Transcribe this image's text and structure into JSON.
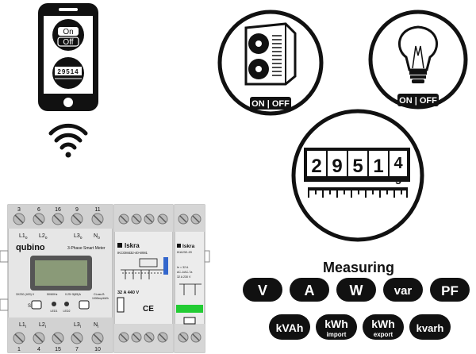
{
  "phone": {
    "toggle_on": "On",
    "toggle_off": "Off",
    "counter_digits": "29514"
  },
  "heatpump_circle": {
    "switch_label": "ON | OFF"
  },
  "bulb_circle": {
    "switch_label": "ON | OFF"
  },
  "meter_circle": {
    "digits": [
      "2",
      "9",
      "5",
      "1"
    ],
    "last_digit": "4",
    "last_digit_next": "5"
  },
  "meter_device": {
    "brand": "qubino",
    "title": "3-Phase Smart Meter",
    "top_terminals": [
      "3",
      "6",
      "16",
      "9",
      "11"
    ],
    "top_labels": [
      "L1",
      "L2",
      "L3",
      "N"
    ],
    "top_subs": [
      "o",
      "o",
      "o",
      "o"
    ],
    "bottom_terminals": [
      "1",
      "4",
      "15",
      "7",
      "10"
    ],
    "bottom_labels": [
      "L1",
      "L2",
      "L3",
      "N"
    ],
    "bottom_subs": [
      "i",
      "i",
      "i",
      "i"
    ],
    "spec1": "3X230 (400) V",
    "spec2": "50/60Hz",
    "spec3": "0.25~5(65)A",
    "spec4": "CLass B",
    "spec5": "1000imp/kWh",
    "led1": "LED1",
    "led2": "LED2",
    "btn_left": "S",
    "btn_right": ""
  },
  "contactor": {
    "brand": "Iskra",
    "model": "IKCOM432-40-WM1",
    "rating": "32 A 440 V",
    "ce": "CE"
  },
  "small_contactor": {
    "brand": "Iskra",
    "model": "IKA232-20",
    "spec1": "Ie = 32 A",
    "spec2": "AC-1/AC-7a",
    "spec3": "32 A 230 V"
  },
  "measuring": {
    "title": "Measuring",
    "row1": [
      "V",
      "A",
      "W",
      "var",
      "PF"
    ],
    "row2": [
      {
        "main": "kVAh",
        "sub": ""
      },
      {
        "main": "kWh",
        "sub": "import"
      },
      {
        "main": "kWh",
        "sub": "export"
      },
      {
        "main": "kvarh",
        "sub": ""
      }
    ]
  },
  "colors": {
    "ink": "#111111",
    "device_grey": "#e6e6e6",
    "display_green": "#8a9a78",
    "accent_green": "#22cc33",
    "accent_blue": "#3366cc"
  }
}
